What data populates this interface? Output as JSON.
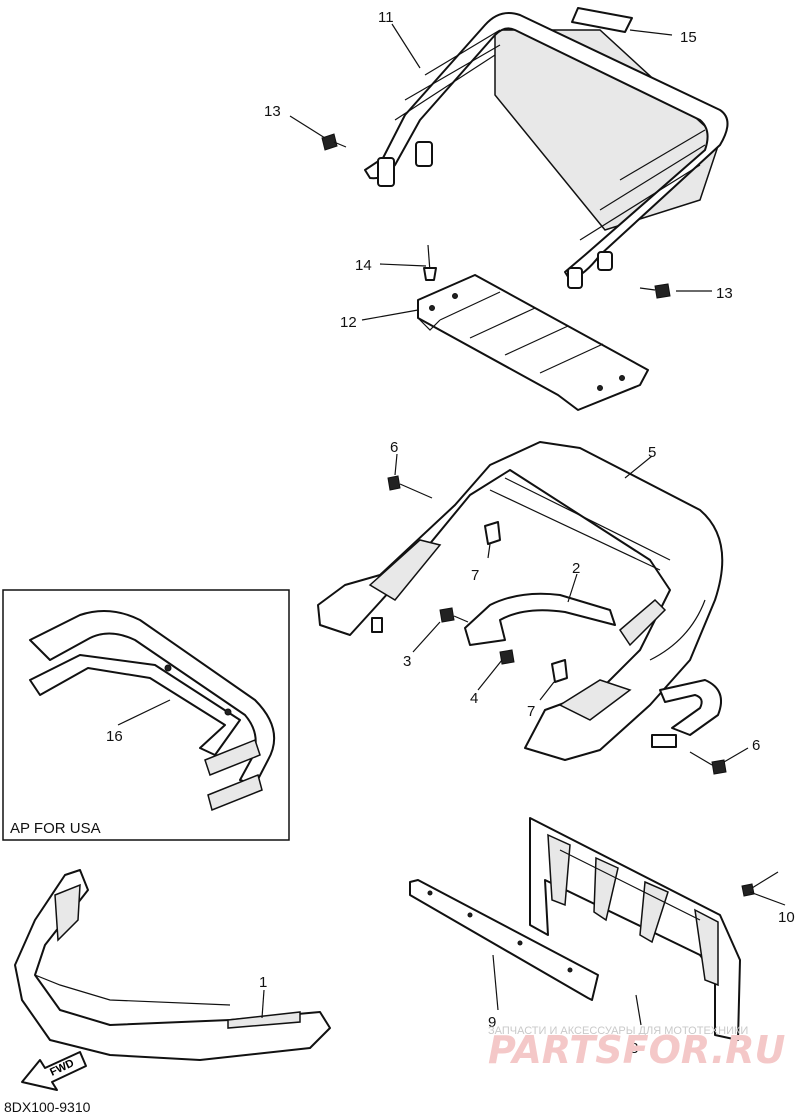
{
  "callouts": {
    "c1": "1",
    "c2": "2",
    "c3": "3",
    "c4": "4",
    "c5": "5",
    "c6a": "6",
    "c6b": "6",
    "c7a": "7",
    "c7b": "7",
    "c8": "8",
    "c9": "9",
    "c10": "10",
    "c11": "11",
    "c12": "12",
    "c13a": "13",
    "c13b": "13",
    "c14": "14",
    "c15": "15",
    "c16": "16"
  },
  "inset": {
    "title": "AP FOR USA"
  },
  "fwd_label": "FWD",
  "diagram_code": "8DX100-9310",
  "watermark": {
    "caption": "ЗАПЧАСТИ И АКСЕССУАРЫ ДЛЯ МОТОТЕХНИКИ",
    "brand": "PARTSFOR.RU"
  }
}
